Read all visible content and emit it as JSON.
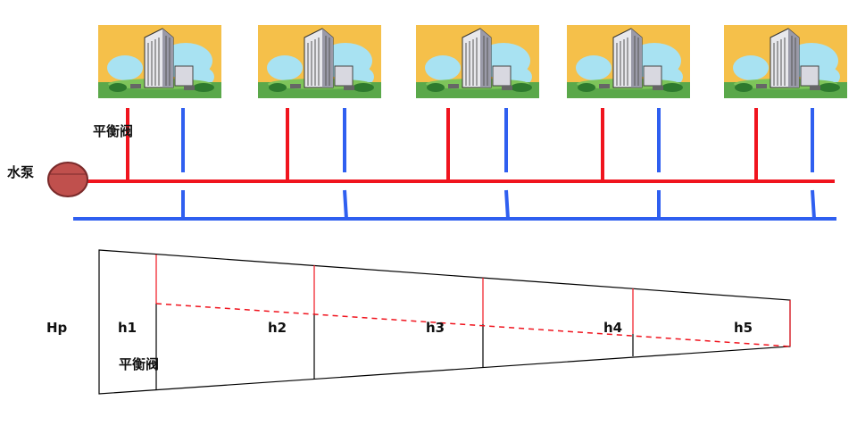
{
  "labels": {
    "pump": "水泵",
    "valve_top": "平衡阀",
    "valve_bottom": "平衡阀",
    "hp": "Hp",
    "h1": "h1",
    "h2": "h2",
    "h3": "h3",
    "h4": "h4",
    "h5": "h5"
  },
  "buildings": [
    {
      "icon": "building-icon"
    },
    {
      "icon": "building-icon"
    },
    {
      "icon": "building-icon"
    },
    {
      "icon": "building-icon"
    },
    {
      "icon": "building-icon"
    }
  ],
  "colors": {
    "supply_pipe": "#f0141e",
    "return_pipe": "#2f5ff0",
    "pump": "#c0504d",
    "pump_stroke": "#7a2a2a",
    "building_bg": "#f5c04a",
    "sky": "#a8e2f2",
    "outline": "#000000",
    "pressure_line": "#f0141e"
  }
}
